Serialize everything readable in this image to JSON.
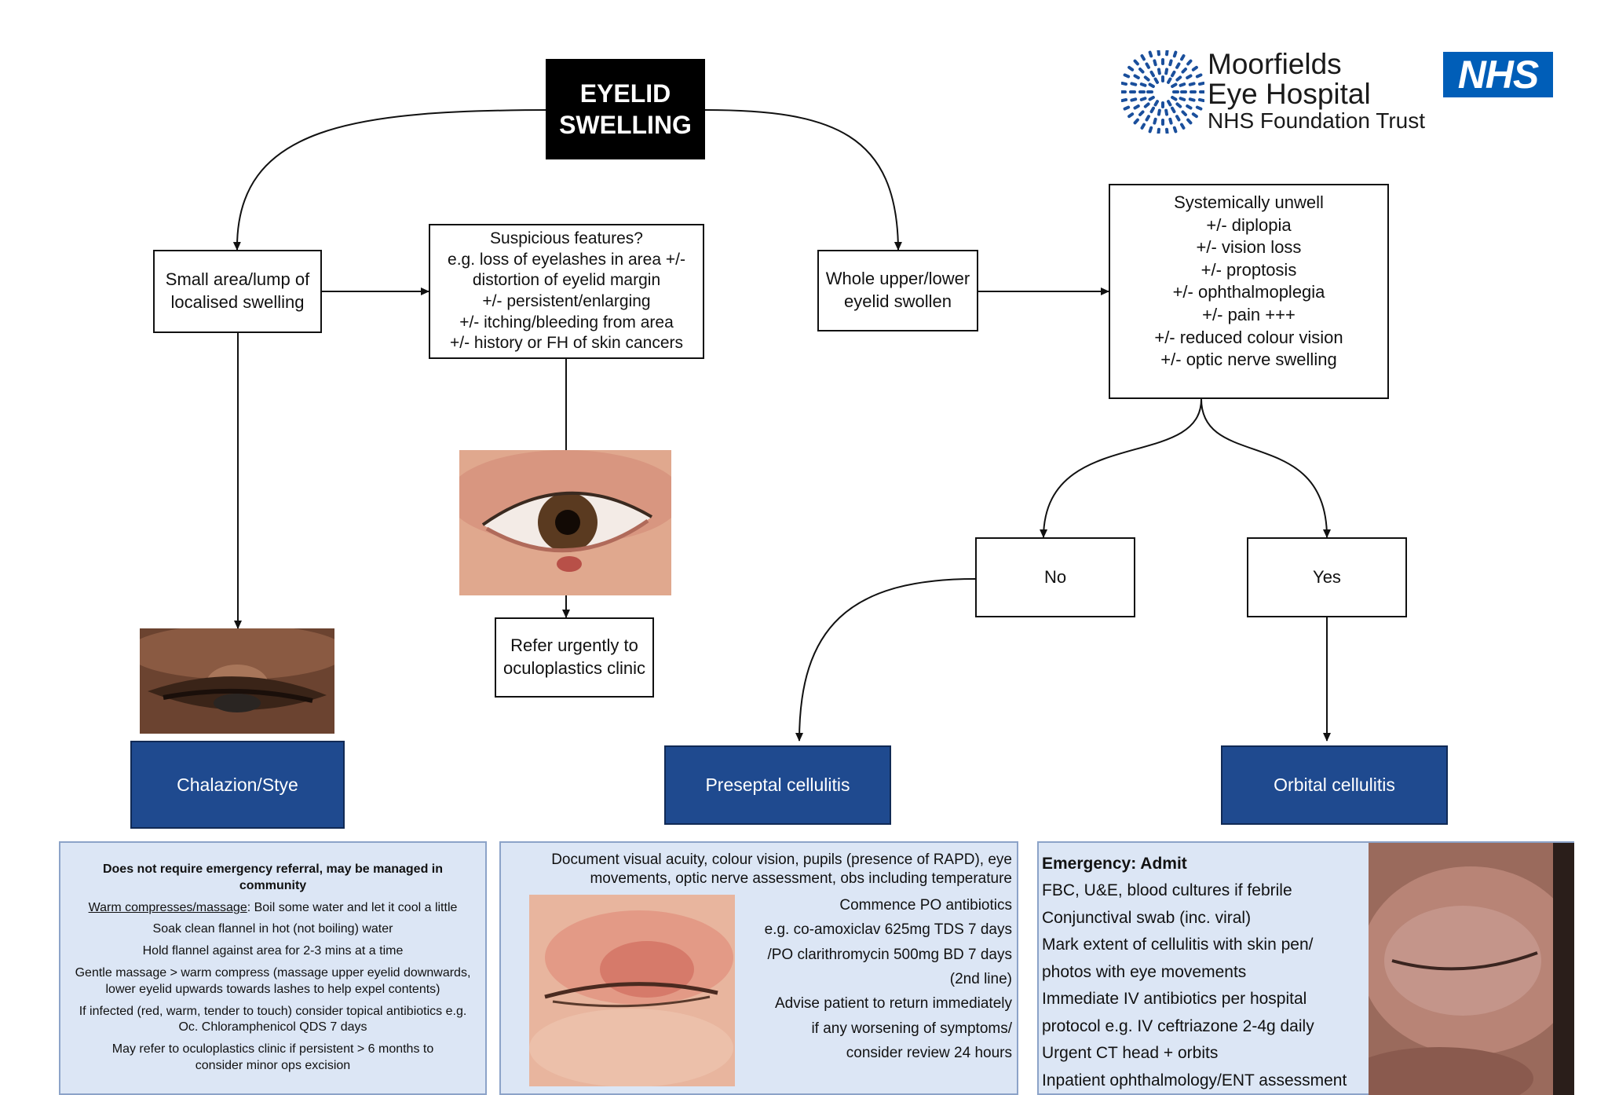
{
  "title": [
    "EYELID",
    "SWELLING"
  ],
  "logo": {
    "line1": "Moorfields",
    "line2": "Eye Hospital",
    "line3": "NHS Foundation Trust",
    "nhs": "NHS",
    "brand_color": "#1a4f9c",
    "nhs_color": "#005eb8"
  },
  "nodes": {
    "small_area": [
      "Small area/lump of",
      "localised swelling"
    ],
    "suspicious": [
      "Suspicious features?",
      "e.g. loss of eyelashes in area +/-",
      "distortion of eyelid margin",
      "+/- persistent/enlarging",
      "+/- itching/bleeding from area",
      "+/- history or FH of skin cancers"
    ],
    "refer": [
      "Refer urgently to",
      "oculoplastics clinic"
    ],
    "whole": [
      "Whole upper/lower",
      "eyelid swollen"
    ],
    "systemic": [
      "Systemically unwell",
      "+/- diplopia",
      "+/- vision loss",
      "+/- proptosis",
      "+/- ophthalmoplegia",
      "+/- pain +++",
      "+/- reduced colour vision",
      "+/- optic nerve swelling"
    ],
    "no": "No",
    "yes": "Yes"
  },
  "outcomes": {
    "chalazion": "Chalazion/Stye",
    "preseptal": "Preseptal cellulitis",
    "orbital": "Orbital cellulitis",
    "color": "#1f4a8f"
  },
  "panel_chalazion": {
    "heading": "Does not require emergency referral, may be managed in community",
    "compress_label": "Warm compresses/massage",
    "compress_text": ": Boil some water and let it cool a little",
    "lines": [
      "Soak clean flannel in hot (not boiling) water",
      "Hold flannel against area for 2-3 mins at a time",
      "Gentle massage > warm compress (massage upper eyelid downwards, lower eyelid upwards towards lashes to help expel contents)",
      "If infected (red, warm, tender to touch) consider topical antibiotics e.g. Oc. Chloramphenicol QDS 7 days",
      "May refer to oculoplastics clinic if persistent > 6 months to consider minor ops excision"
    ]
  },
  "panel_preseptal": {
    "top": "Document visual acuity, colour vision, pupils (presence of RAPD), eye movements, optic nerve assessment,  obs including temperature",
    "lines": [
      "Commence PO antibiotics",
      "e.g. co-amoxiclav 625mg TDS 7 days",
      "/PO clarithromycin 500mg BD 7 days",
      "(2nd line)",
      "Advise patient to return immediately",
      "if any worsening of symptoms/",
      "consider review 24 hours"
    ]
  },
  "panel_orbital": {
    "heading": "Emergency: Admit",
    "lines": [
      "FBC, U&E, blood cultures if febrile",
      "Conjunctival swab (inc. viral)",
      "Mark extent of cellulitis with skin pen/",
      "photos with eye movements",
      "Immediate IV antibiotics per hospital",
      "protocol e.g. IV ceftriazone 2-4g daily",
      "Urgent CT head + orbits",
      "Inpatient ophthalmology/ENT assessment"
    ]
  },
  "panel_color": "#dce6f5"
}
